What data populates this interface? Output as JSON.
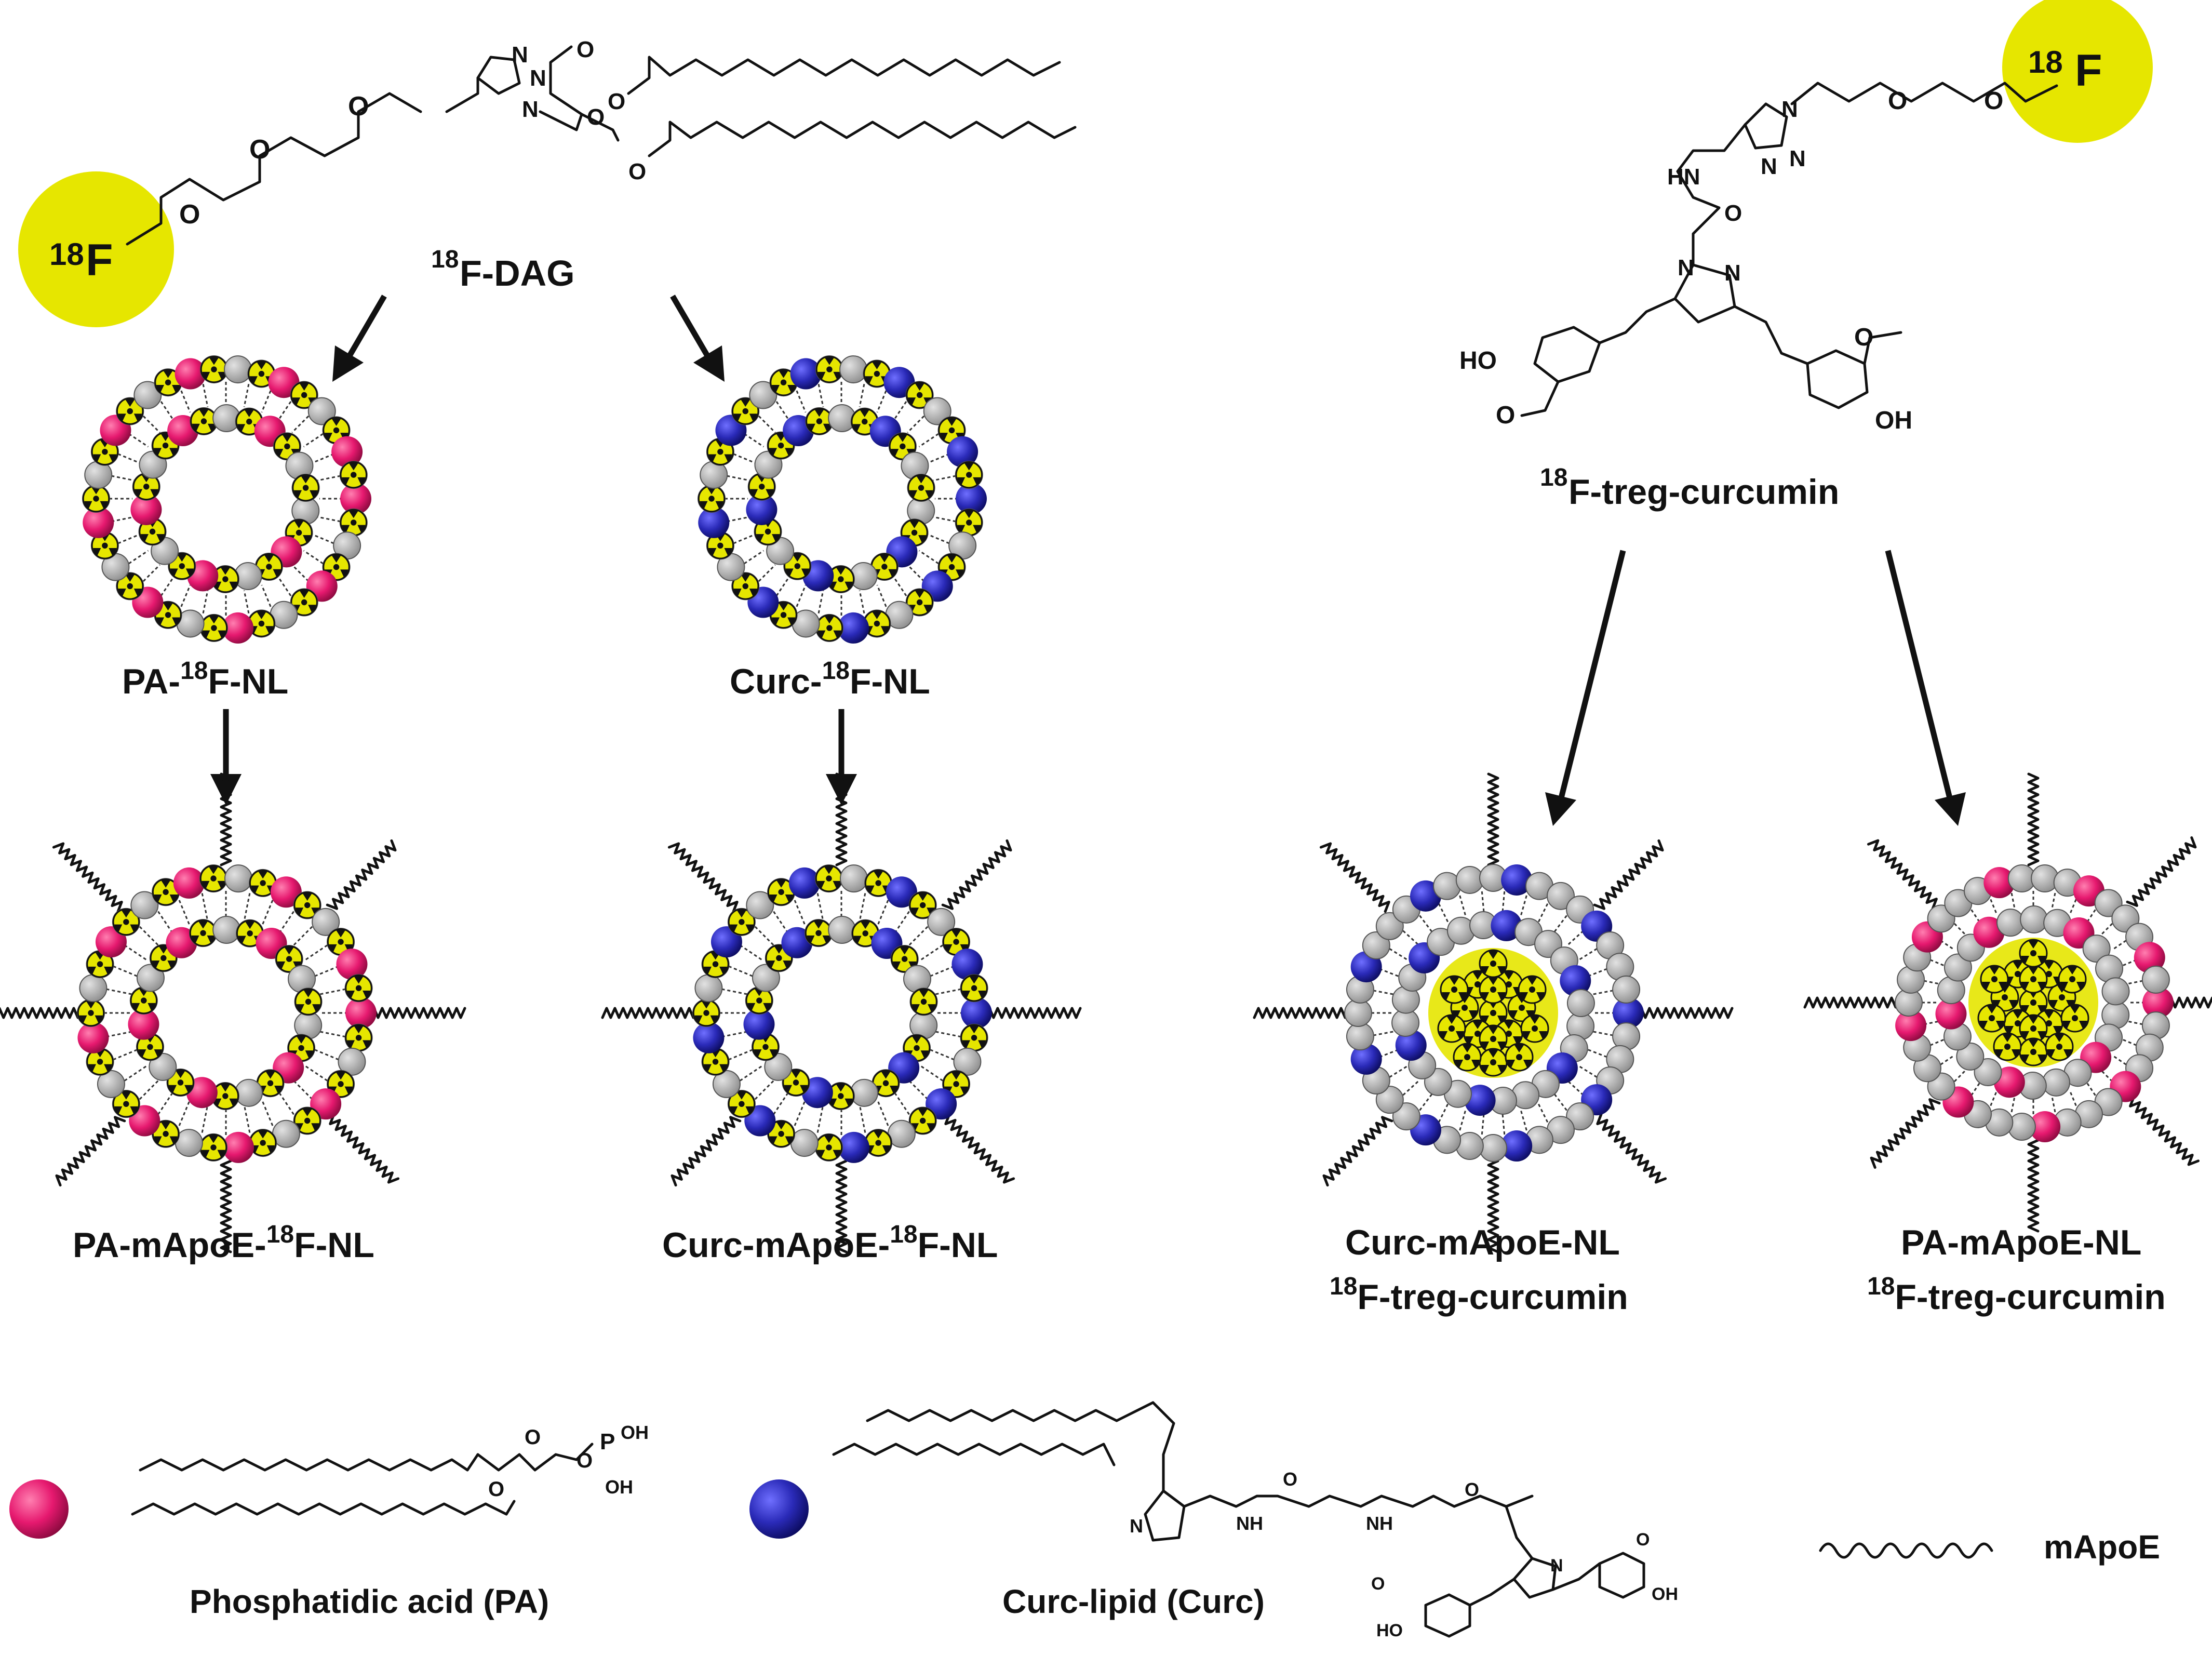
{
  "colors": {
    "pa_headgroup": "#e6196f",
    "curc_headgroup": "#2a2ab8",
    "lipid_headgroup": "#a8a8a8",
    "radio_label": "#e6e600",
    "ink": "#111111"
  },
  "labels": {
    "dag": "F-DAG",
    "dag_sup": "18",
    "treg": "F-treg-curcumin",
    "treg_sup": "18",
    "pa_nl": {
      "pre": "PA-",
      "sup": "18",
      "post": "F-NL"
    },
    "curc_nl": {
      "pre": "Curc-",
      "sup": "18",
      "post": "F-NL"
    },
    "pa_mapoe_nl": {
      "pre": "PA-mApoE-",
      "sup": "18",
      "post": "F-NL"
    },
    "curc_mapoe_nl": {
      "pre": "Curc-mApoE-",
      "sup": "18",
      "post": "F-NL"
    },
    "curc_mapoe_treg": {
      "line1": "Curc-mApoE-NL",
      "sup": "18",
      "line2": "F-treg-curcumin"
    },
    "pa_mapoe_treg": {
      "line1": "PA-mApoE-NL",
      "sup": "18",
      "line2": "F-treg-curcumin"
    }
  },
  "legend": {
    "pa": "Phosphatidic acid (PA)",
    "curc": "Curc-lipid (Curc)",
    "mapoe": "mApoE"
  },
  "radionuclide": {
    "sup": "18",
    "symbol": "F"
  },
  "atoms": {
    "O": "O",
    "N": "N",
    "NH": "NH",
    "HN": "HN",
    "HO": "HO",
    "OH": "OH",
    "P": "P"
  }
}
